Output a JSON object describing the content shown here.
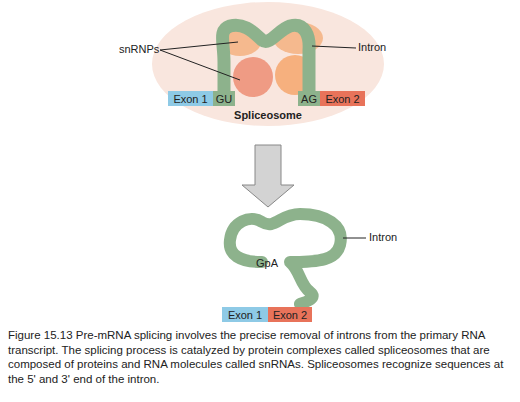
{
  "diagram": {
    "caption": "Figure 15.13 Pre-mRNA splicing involves the precise removal of introns from the primary RNA transcript. The splicing process is catalyzed by protein complexes called spliceosomes that are composed of proteins and RNA molecules called snRNAs. Spliceosomes recognize sequences at the 5' and 3' end of the intron.",
    "nodes": [
      {
        "text": [
          "Spliceosome"
        ]
      },
      {
        "text": [
          "Exon 1"
        ],
        "in": 0
      },
      {
        "text": [
          "GU"
        ],
        "in": 0
      },
      {
        "text": [
          "AG"
        ],
        "in": 0
      },
      {
        "text": [
          "Exon 2"
        ],
        "in": 0
      },
      {
        "text": [
          "Exon 1"
        ]
      },
      {
        "text": [
          "Exon 2"
        ]
      }
    ],
    "labels": [
      "snRNPs",
      "Intron",
      "Intron",
      "GpA"
    ]
  }
}
